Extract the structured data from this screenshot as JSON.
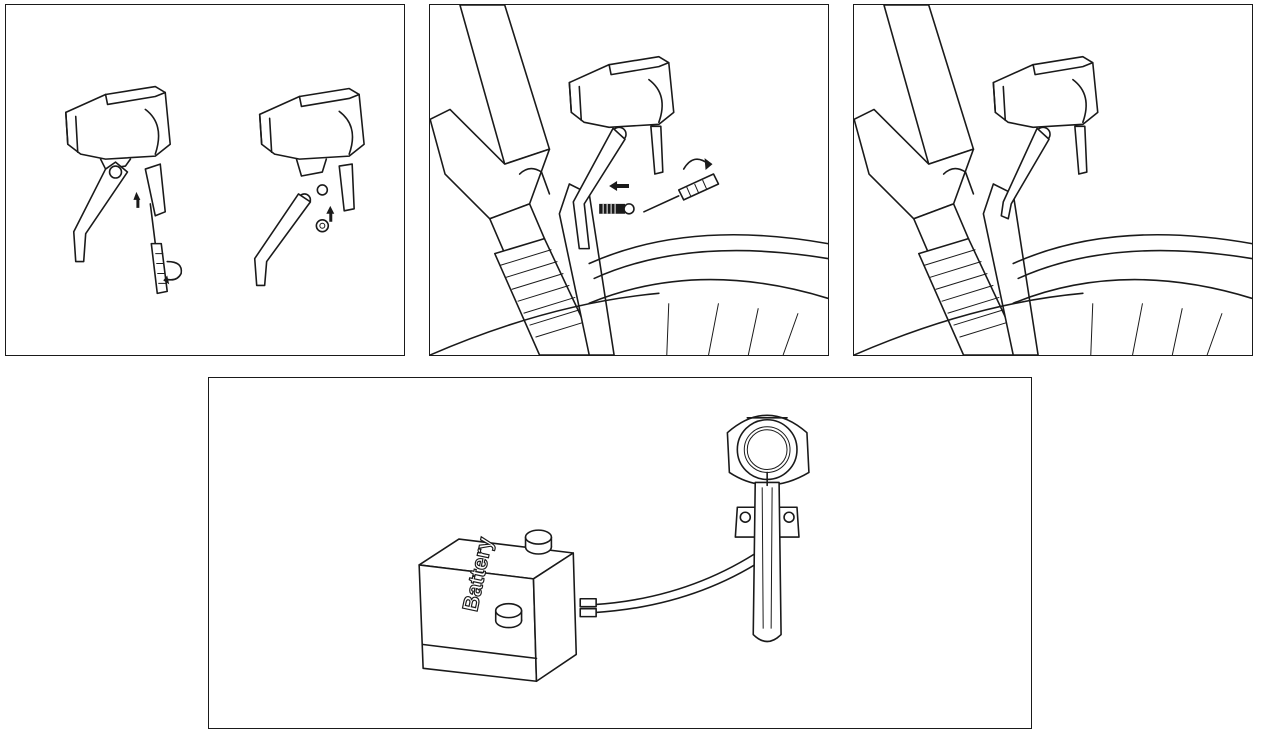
{
  "panels": [
    {
      "id": "step-1",
      "depicts": "headlight-bracket-screw-assembly"
    },
    {
      "id": "step-2",
      "depicts": "headlight-mount-to-fork"
    },
    {
      "id": "step-3",
      "depicts": "headlight-mounted-on-fork"
    },
    {
      "id": "step-4",
      "depicts": "headlight-battery-wiring"
    }
  ],
  "battery": {
    "label": "Battery"
  },
  "colors": {
    "line": "#1a1a1a",
    "background": "#ffffff"
  }
}
